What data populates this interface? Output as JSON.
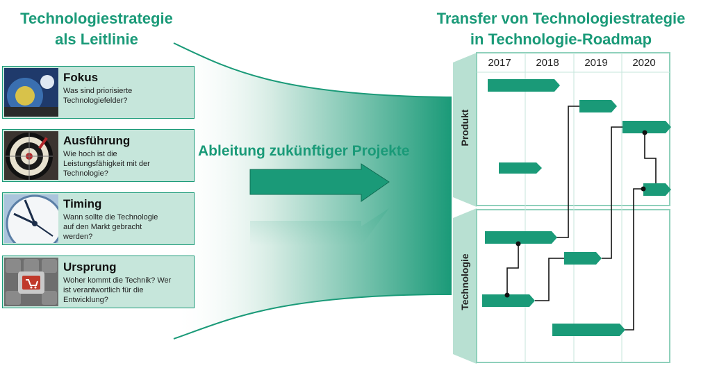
{
  "left_title": [
    "Technologiestrategie",
    "als Leitlinie"
  ],
  "right_title": [
    "Transfer von Technologiestrategie",
    "in Technologie-Roadmap"
  ],
  "center_label": "Ableitung zukünftiger Projekte",
  "cards": [
    {
      "title": "Fokus",
      "lines": [
        "Was sind priorisierte",
        "Technologiefelder?"
      ],
      "image": "focus-photo"
    },
    {
      "title": "Ausführung",
      "lines": [
        "Wie hoch ist die",
        "Leistungsfähigkeit mit der",
        "Technologie?"
      ],
      "image": "dartboard-photo"
    },
    {
      "title": "Timing",
      "lines": [
        "Wann sollte die Technologie",
        "auf den Markt gebracht",
        "werden?"
      ],
      "image": "clock-photo"
    },
    {
      "title": "Ursprung",
      "lines": [
        "Woher kommt die Technik? Wer",
        "ist verantwortlich für die",
        "Entwicklung?"
      ],
      "image": "keyboard-photo"
    }
  ],
  "roadmap": {
    "years": [
      "2017",
      "2018",
      "2019",
      "2020"
    ],
    "sections": [
      "Produkt",
      "Technologie"
    ]
  },
  "colors": {
    "accent": "#1a9a78",
    "light": "#c6e6db",
    "border": "#8fd0bb"
  }
}
